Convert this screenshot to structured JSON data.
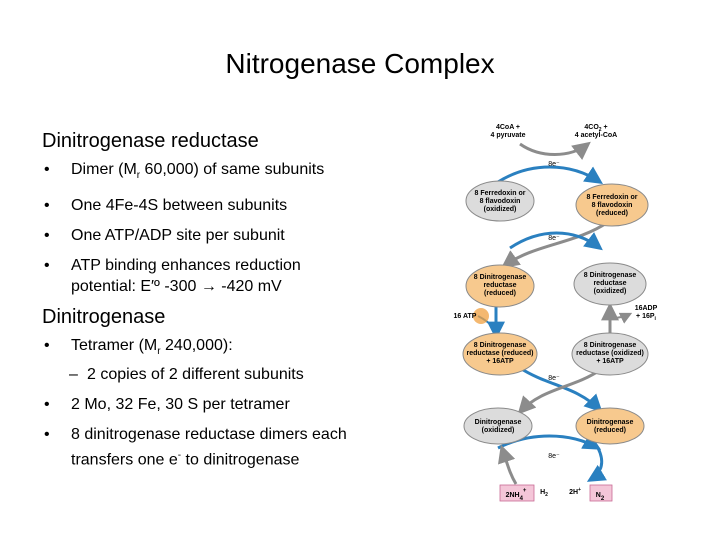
{
  "slide": {
    "title": "Nitrogenase Complex"
  },
  "reductase_section": {
    "heading": "Dinitrogenase reductase",
    "bullet1_pre": "Dimer (M",
    "bullet1_sub": "r",
    "bullet1_post": " 60,000) of same subunits",
    "bullet2": "One 4Fe-4S between subunits",
    "bullet3": "One ATP/ADP site per subunit",
    "bullet4_line1": "ATP binding enhances reduction",
    "bullet4_line2": "potential:  E′º   -300 → -420 mV"
  },
  "dinitrogenase_section": {
    "heading": "Dinitrogenase",
    "bullet1_pre": "Tetramer (M",
    "bullet1_sub": "r",
    "bullet1_post": " 240,000):",
    "sub1": "2 copies of 2 different subunits",
    "bullet2": "2 Mo, 32 Fe, 30 S per tetramer",
    "bullet3_line1": "8 dinitrogenase reductase dimers each",
    "bullet3_line2_pre": "transfers one e",
    "bullet3_line2_sup": "-",
    "bullet3_line2_post": " to dinitrogenase"
  },
  "diagram": {
    "colors": {
      "oval_gray": "#dcdcdc",
      "oval_orange": "#f7c98e",
      "arrow_blue": "#2a80c0",
      "arrow_gray": "#8c8c8c",
      "product_pink": "#f4c6d8"
    },
    "top_left": [
      "4CoA +",
      "4 pyruvate"
    ],
    "top_right_l1": "4CO",
    "top_right_l1_sub": "2",
    "top_right_l1_post": " +",
    "top_right_l2": "4 acetyl-CoA",
    "electrons_1": "8e⁻",
    "ferredoxin_ox": [
      "8 Ferredoxin or",
      "8 flavodoxin",
      "(oxidized)"
    ],
    "ferredoxin_red": [
      "8 Ferredoxin or",
      "8 flavodoxin",
      "(reduced)"
    ],
    "electrons_2": "8e⁻",
    "reductase_red": [
      "8 Dinitrogenase",
      "reductase",
      "(reduced)"
    ],
    "reductase_ox": [
      "8 Dinitrogenase",
      "reductase",
      "(oxidized)"
    ],
    "atp_in": "16 ATP",
    "adp_out_l1": "16ADP",
    "adp_out_l2_pre": "+ 16P",
    "adp_out_l2_sub": "i",
    "reductase_red_atp": [
      "8 Dinitrogenase",
      "reductase (reduced)",
      "+ 16ATP"
    ],
    "reductase_ox_atp": [
      "8 Dinitrogenase",
      "reductase (oxidized)",
      "+ 16ATP"
    ],
    "electrons_3": "8e⁻",
    "dinitrogenase_ox": [
      "Dinitrogenase",
      "(oxidized)"
    ],
    "dinitrogenase_red": [
      "Dinitrogenase",
      "(reduced)"
    ],
    "electrons_4": "8e⁻",
    "product_nh": "2NH",
    "product_nh_sub": "4",
    "product_nh_sup": "+",
    "h2": "H",
    "h2_sub": "2",
    "h_plus_pre": "2H",
    "h_plus_sup": "+",
    "n2": "N",
    "n2_sub": "2"
  }
}
